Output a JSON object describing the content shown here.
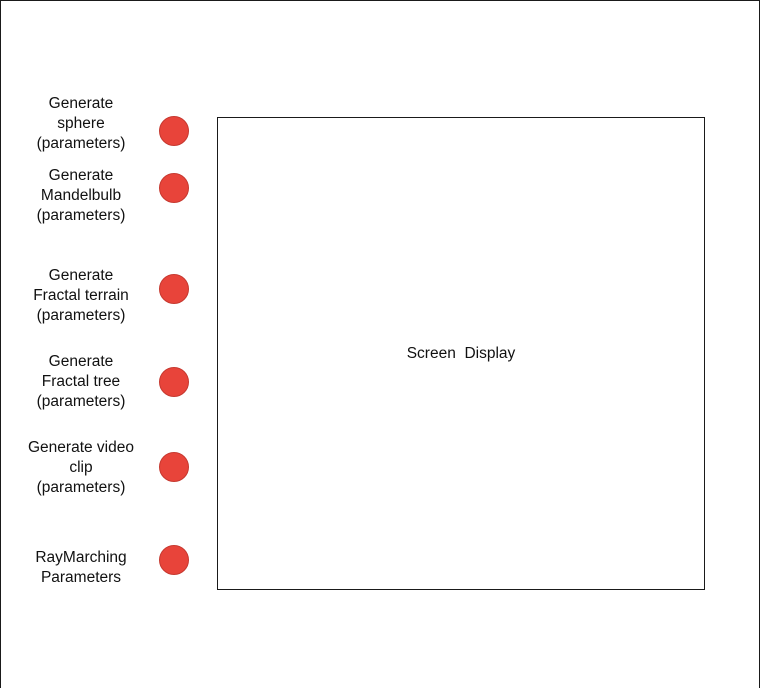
{
  "controls": [
    {
      "label": "Generate\nsphere\n(parameters)"
    },
    {
      "label": "Generate\nMandelbulb\n(parameters)"
    },
    {
      "label": "Generate\nFractal terrain\n(parameters)"
    },
    {
      "label": "Generate\nFractal tree\n(parameters)"
    },
    {
      "label": "Generate video\nclip\n(parameters)"
    },
    {
      "label": "RayMarching\nParameters"
    }
  ],
  "screen": {
    "label": "Screen  Display"
  },
  "colors": {
    "dot": "#e8443a",
    "border": "#1a1a1a"
  }
}
